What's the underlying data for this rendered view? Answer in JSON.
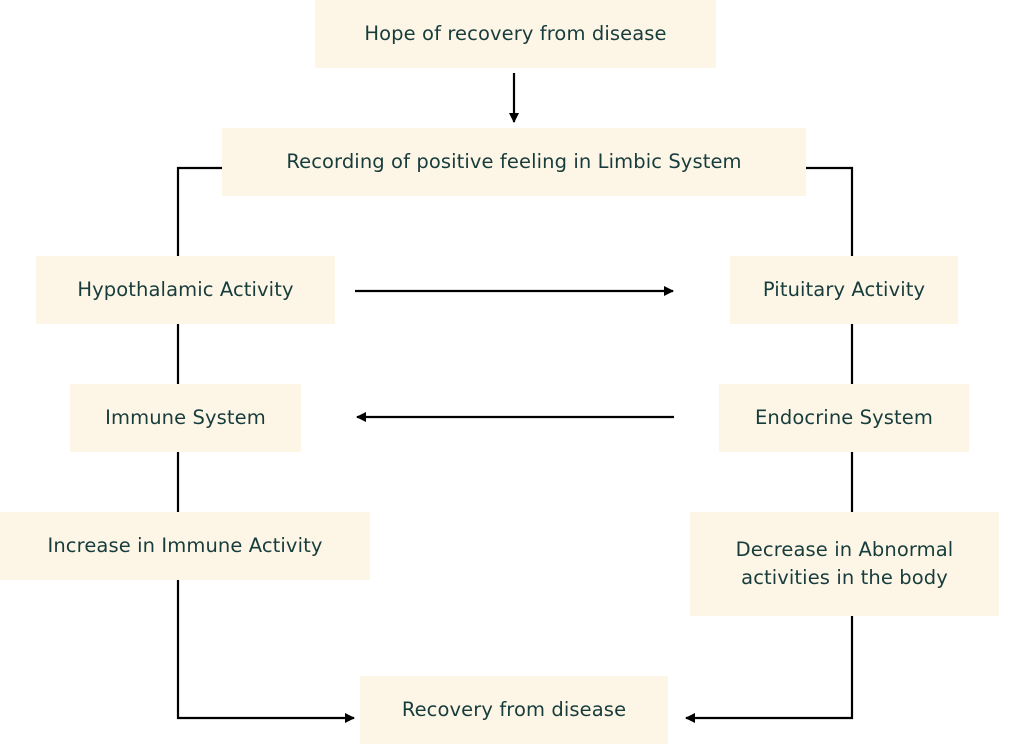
{
  "nodes": {
    "hope": "Hope of recovery from disease",
    "limbic": "Recording of positive feeling in Limbic System",
    "hypothalamic": "Hypothalamic Activity",
    "pituitary": "Pituitary Activity",
    "immune_system": "Immune System",
    "endocrine_system": "Endocrine System",
    "increase_immune": "Increase in Immune Activity",
    "decrease_abnormal": "Decrease in Abnormal activities in the body",
    "recovery": "Recovery from disease"
  },
  "colors": {
    "node_fill": "#fdf6e6",
    "text": "#173c3c",
    "line": "#000000"
  }
}
